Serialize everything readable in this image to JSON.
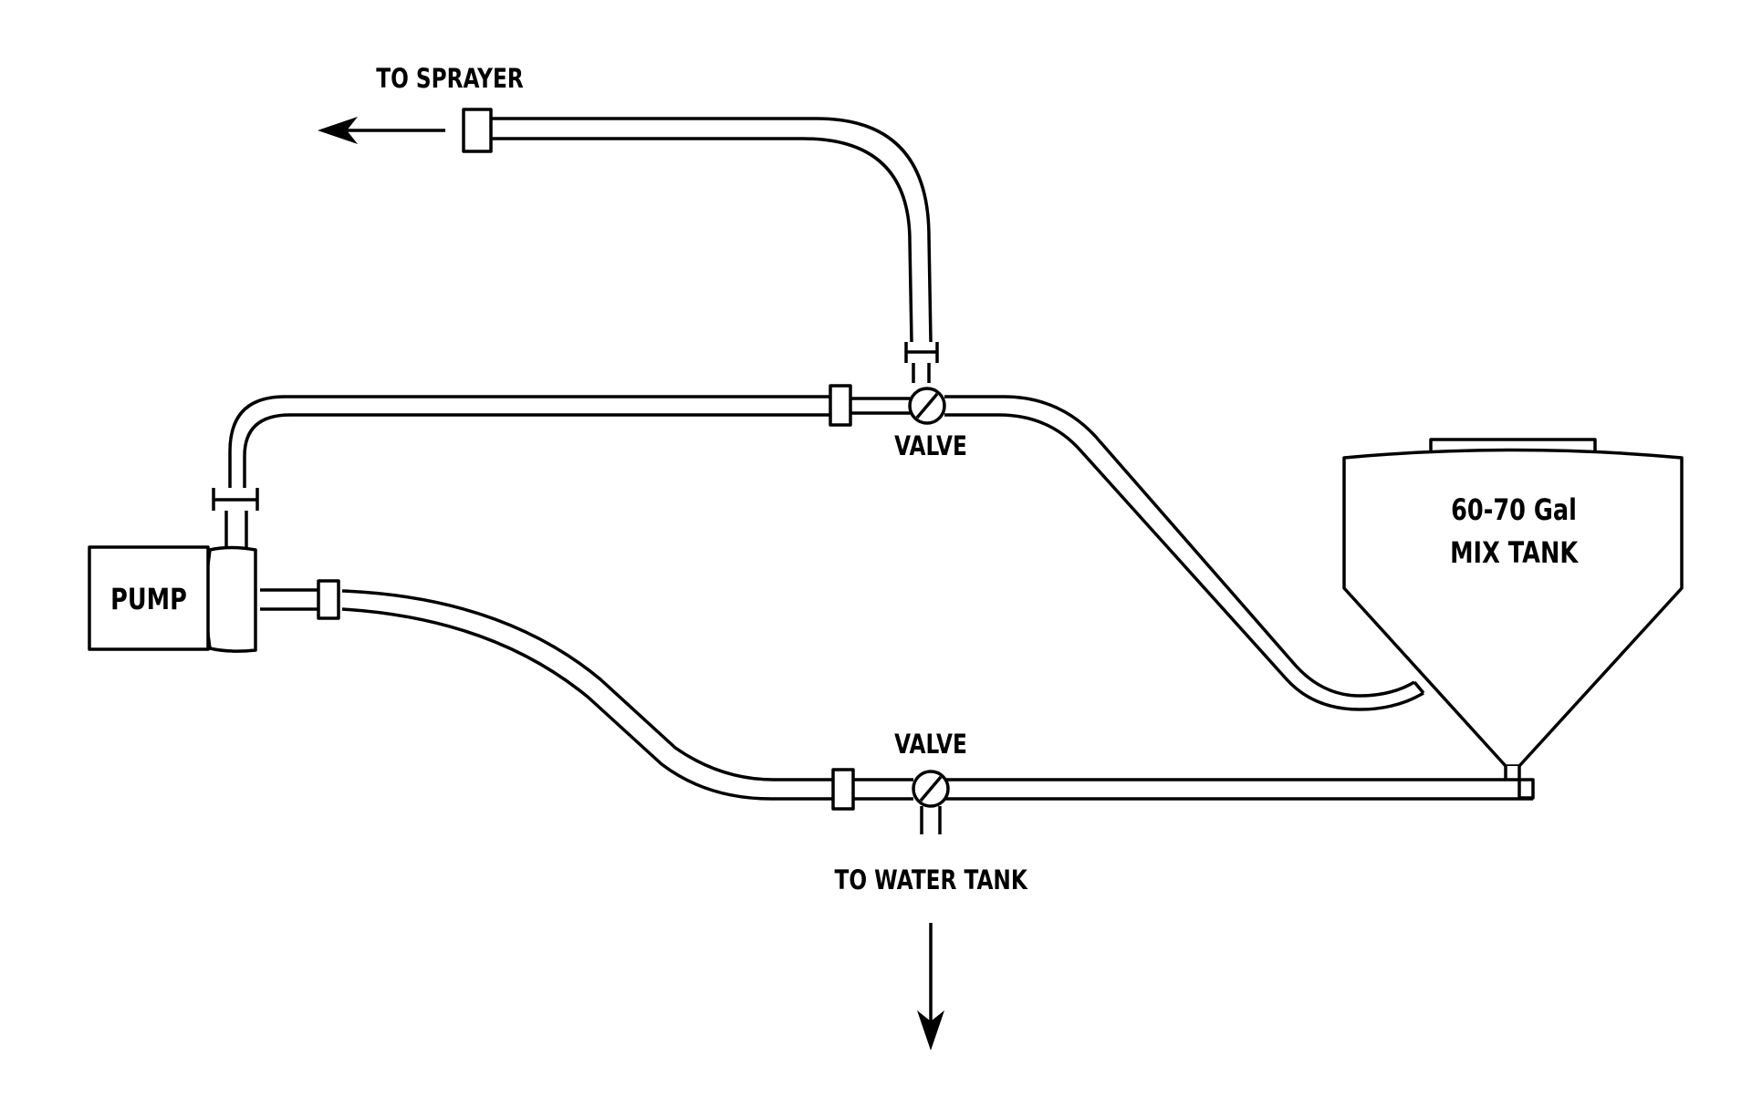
{
  "diagram": {
    "labels": {
      "to_sprayer": "TO SPRAYER",
      "valve_upper": "VALVE",
      "valve_lower": "VALVE",
      "pump": "PUMP",
      "tank_line1": "60-70 Gal",
      "tank_line2": "MIX TANK",
      "to_water_tank": "TO WATER TANK"
    },
    "colors": {
      "stroke": "#000000",
      "background": "#ffffff"
    },
    "components": [
      "pump",
      "mix-tank",
      "valve-upper",
      "valve-lower",
      "pipe-coupling"
    ]
  }
}
